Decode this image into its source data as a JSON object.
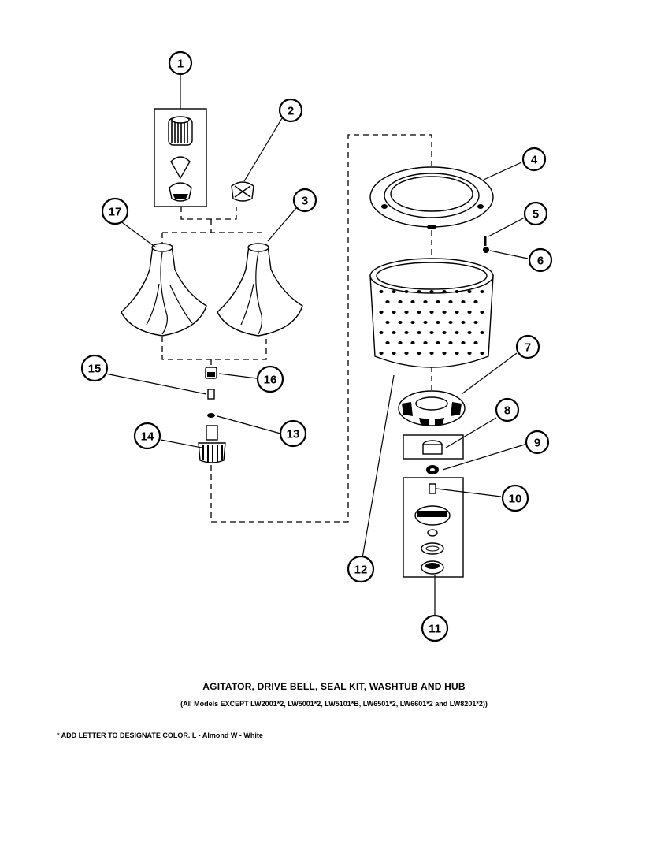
{
  "diagram": {
    "title": "AGITATOR, DRIVE BELL, SEAL KIT, WASHTUB AND HUB",
    "subtitle": "(All Models EXCEPT LW2001*2, LW5001*2, LW5101*B, LW6501*2, LW6601*2 and LW8201*2))",
    "note": "* ADD LETTER TO DESIGNATE COLOR. L - Almond  W - White",
    "callouts": [
      "1",
      "2",
      "3",
      "4",
      "5",
      "6",
      "7",
      "8",
      "9",
      "10",
      "11",
      "12",
      "13",
      "14",
      "15",
      "16",
      "17"
    ]
  }
}
